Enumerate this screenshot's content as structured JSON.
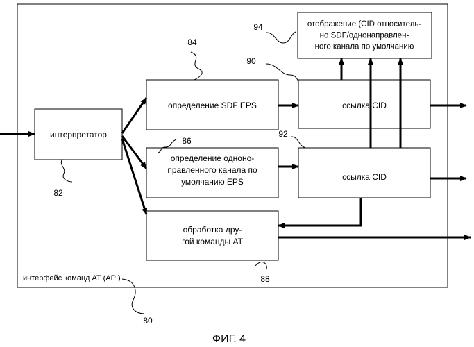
{
  "figure": {
    "caption": "ФИГ. 4",
    "outer_label": "интерфейс команд AT (API)",
    "outer_ref": "80"
  },
  "blocks": {
    "interpreter": {
      "label": [
        "интерпретатор"
      ],
      "ref": "82"
    },
    "sdf": {
      "label": [
        "определение SDF EPS"
      ],
      "ref": "84"
    },
    "bearer": {
      "label": [
        "определение одноно-",
        "правленного канала по",
        "умолчанию EPS"
      ],
      "ref": "86"
    },
    "other": {
      "label": [
        "обработка дру-",
        "гой команды AT"
      ],
      "ref": "88"
    },
    "cid1": {
      "label": [
        "ссылка CID"
      ],
      "ref": "90"
    },
    "cid2": {
      "label": [
        "ссылка CID"
      ],
      "ref": "92"
    },
    "mapping": {
      "label": [
        "отображение (CID относитель-",
        "но SDF/однонаправлен-",
        "ного канала по умолчанию"
      ],
      "ref": "94"
    }
  }
}
